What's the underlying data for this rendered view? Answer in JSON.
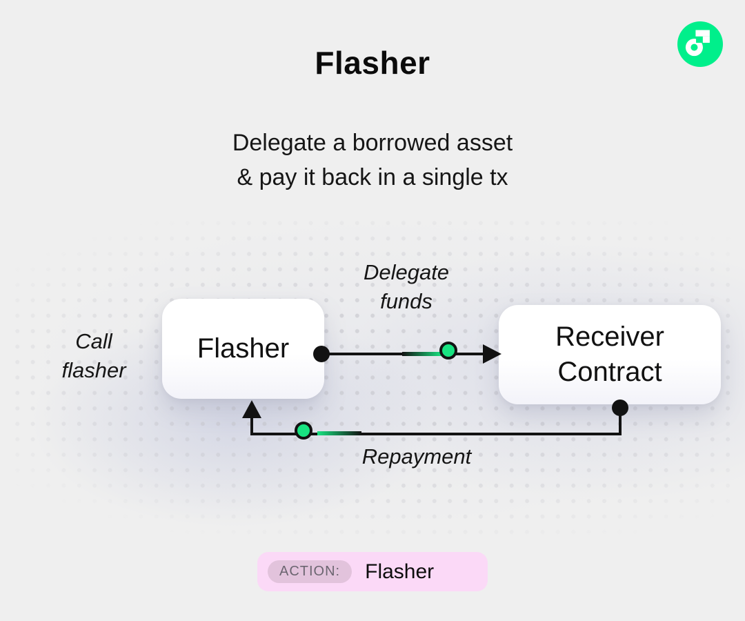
{
  "header": {
    "title": "Flasher",
    "subtitle_line1": "Delegate a borrowed asset",
    "subtitle_line2": "& pay it back in a single tx"
  },
  "logo": {
    "name": "flow-logo",
    "color": "#00ef8b"
  },
  "diagram": {
    "flasher_node": {
      "label": "Flasher"
    },
    "receiver_node": {
      "label_line1": "Receiver",
      "label_line2": "Contract"
    },
    "call_label": {
      "line1": "Call",
      "line2": "flasher"
    },
    "delegate_label": {
      "line1": "Delegate",
      "line2": "funds"
    },
    "repayment_label": "Repayment"
  },
  "footer": {
    "action_label": "ACTION:",
    "action_value": "Flasher"
  },
  "colors": {
    "background": "#efefef",
    "line": "#121212",
    "accent_green": "#18e381",
    "logo_green": "#00ef8b",
    "node_fill": "#ffffff",
    "badge_bg": "#fbd9f7",
    "badge_inner_bg": "#e2c3dc",
    "badge_label_color": "#6b6570"
  }
}
